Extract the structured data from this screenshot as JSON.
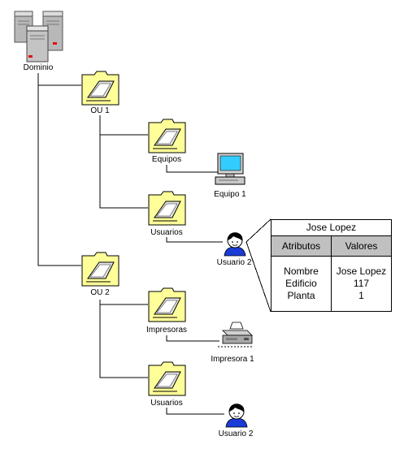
{
  "diagram": {
    "labels": {
      "domain": "Dominio",
      "ou1": "OU 1",
      "equipos": "Equipos",
      "equipo1": "Equipo 1",
      "usuarios1": "Usuarios",
      "usuario2a": "Usuario 2",
      "ou2": "OU 2",
      "impresoras": "Impresoras",
      "impresora1": "Impresora 1",
      "usuarios2": "Usuarios",
      "usuario2b": "Usuario 2"
    },
    "icons": {
      "domain": "server-cluster-icon",
      "ou": "folder-icon",
      "computer": "computer-icon",
      "user": "user-icon",
      "printer": "printer-icon"
    },
    "colors": {
      "folder_fill": "#ffff99",
      "header_fill": "#c0c0c0",
      "monitor_screen": "#33ccff",
      "server_gray": "#b8b8b8",
      "user_shirt": "#1a3bd6"
    }
  },
  "attributes_table": {
    "title": "Jose Lopez",
    "headers": [
      "Atributos",
      "Valores"
    ],
    "rows": [
      {
        "attribute": "Nombre",
        "value": "Jose Lopez"
      },
      {
        "attribute": "Edificio",
        "value": "117"
      },
      {
        "attribute": "Planta",
        "value": "1"
      }
    ]
  }
}
